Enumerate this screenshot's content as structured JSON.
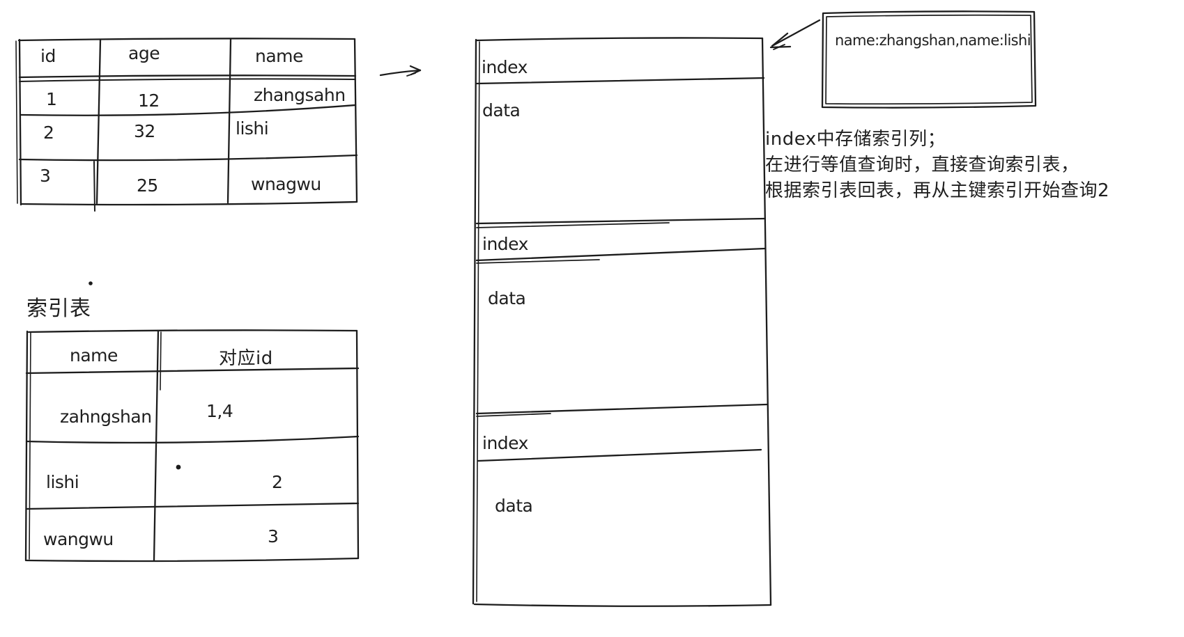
{
  "main_table": {
    "columns": [
      "id",
      "age",
      "name"
    ],
    "rows": [
      [
        "1",
        "12",
        "zhangsahn"
      ],
      [
        "2",
        "32",
        "lishi"
      ],
      [
        "3",
        "25",
        "wnagwu"
      ]
    ]
  },
  "index_table": {
    "title": "索引表",
    "columns": [
      "name",
      "对应id"
    ],
    "rows": [
      [
        "zahngshan",
        "1,4"
      ],
      [
        "lishi",
        "2"
      ],
      [
        "wangwu",
        "3"
      ]
    ]
  },
  "storage_box": {
    "segments": [
      {
        "index_label": "index",
        "data_label": "data"
      },
      {
        "index_label": "index",
        "data_label": "data"
      },
      {
        "index_label": "index",
        "data_label": "data"
      }
    ]
  },
  "query_box": {
    "text": "name:zhangshan,name:lishi"
  },
  "note": {
    "line1": "index中存储索引列；",
    "line2": "在进行等值查询时，直接查询索引表，",
    "line3": "根据索引表回表，再从主键索引开始查询2"
  },
  "colors": {
    "ink": "#1f1f1f",
    "background": "#ffffff"
  }
}
